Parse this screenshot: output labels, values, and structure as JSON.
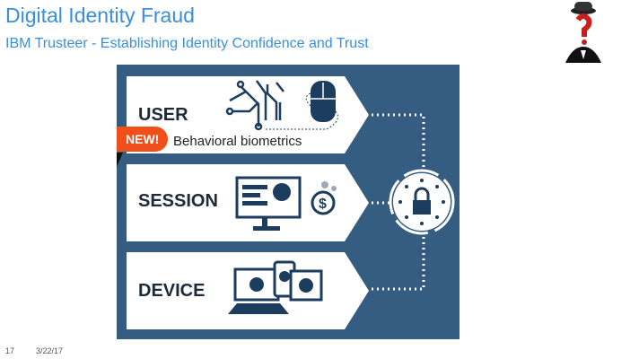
{
  "header": {
    "title": "Digital Identity Fraud",
    "subtitle": "IBM Trusteer - Establishing Identity Confidence and Trust"
  },
  "diagram": {
    "bars": [
      {
        "label": "USER"
      },
      {
        "label": "SESSION"
      },
      {
        "label": "DEVICE"
      }
    ],
    "badge": "NEW!",
    "user_subtitle": "Behavioral biometrics",
    "colors": {
      "panel": "#355d82",
      "badge": "#f04e1b",
      "title": "#3a8ee0"
    }
  },
  "footer": {
    "page": "17",
    "date": "3/22/17"
  }
}
